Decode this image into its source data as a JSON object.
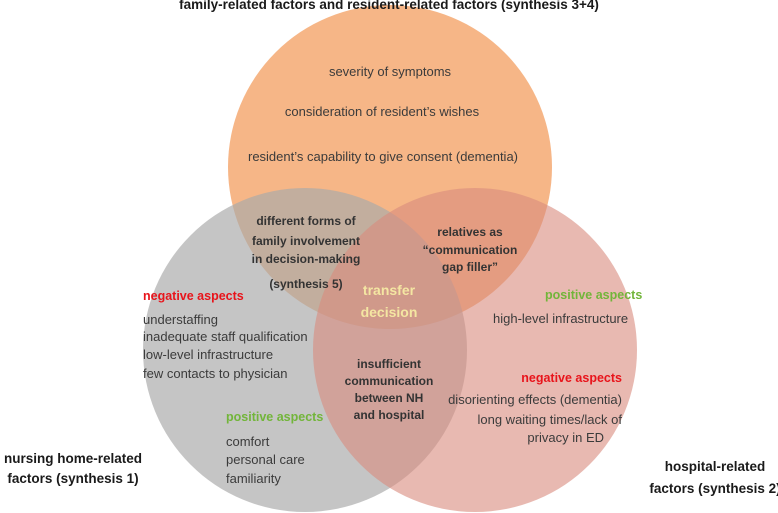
{
  "title_top": "family-related factors and resident-related factors (synthesis 3+4)",
  "title_left": [
    "nursing home-related",
    "factors (synthesis 1)"
  ],
  "title_right": [
    "hospital-related",
    "factors (synthesis 2)"
  ],
  "top_items": [
    "severity of symptoms",
    "consideration of resident’s wishes",
    "resident’s capability to give consent (dementia)"
  ],
  "overlap_top_left": [
    "different forms of",
    "family involvement",
    "in decision-making",
    "(synthesis 5)"
  ],
  "overlap_top_right": [
    "relatives as",
    "“communication",
    "gap filler”"
  ],
  "center": [
    "transfer",
    "decision"
  ],
  "overlap_bottom": [
    "insufficient",
    "communication",
    "between NH",
    "and hospital"
  ],
  "left": {
    "negative_label": "negative aspects",
    "negative_items": [
      "understaffing",
      "inadequate staff qualification",
      "low-level infrastructure",
      "few contacts to physician"
    ],
    "positive_label": "positive aspects",
    "positive_items": [
      "comfort",
      "personal care",
      "familiarity"
    ]
  },
  "right": {
    "positive_label": "positive aspects",
    "positive_items": [
      "high-level infrastructure"
    ],
    "negative_label": "negative aspects",
    "negative_items": [
      "disorienting effects (dementia)",
      "long waiting times/lack of",
      "privacy in ED"
    ]
  },
  "colors": {
    "top_circle": "#f3a265",
    "left_circle": "#b8b8b8",
    "right_circle": "#e4aba0",
    "negative": "#e8141b",
    "positive": "#72b53a",
    "center_text": "#f4e6a2"
  }
}
